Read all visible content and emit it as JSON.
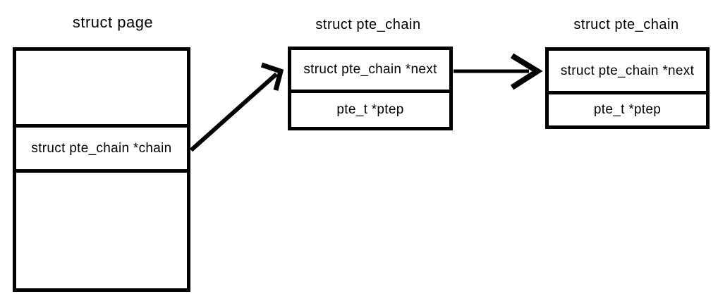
{
  "diagram": {
    "page_box": {
      "title": "struct page",
      "chain_field": "struct pte_chain *chain"
    },
    "pte_chain_1": {
      "title": "struct pte_chain",
      "rows": [
        "struct pte_chain *next",
        "pte_t *ptep"
      ]
    },
    "pte_chain_2": {
      "title": "struct pte_chain",
      "rows": [
        "struct pte_chain *next",
        "pte_t *ptep"
      ]
    },
    "arrows": [
      {
        "name": "chain-to-pte-chain-1",
        "from": "struct page / chain field",
        "to": "pte_chain 1 left edge"
      },
      {
        "name": "next-to-pte-chain-2",
        "from": "pte_chain 1 next field",
        "to": "pte_chain 2 left edge"
      }
    ],
    "colors": {
      "line": "#000000",
      "background": "#ffffff",
      "text": "#000000"
    }
  }
}
